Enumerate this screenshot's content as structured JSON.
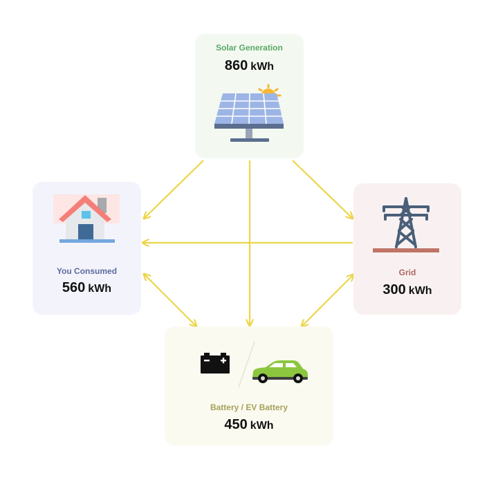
{
  "solar": {
    "title": "Solar Generation",
    "value": "860",
    "unit": "kWh",
    "icon": "solar-panel-icon"
  },
  "home": {
    "title": "You Consumed",
    "value": "560",
    "unit": "kWh",
    "icon": "house-icon"
  },
  "grid": {
    "title": "Grid",
    "value": "300",
    "unit": "kWh",
    "icon": "power-tower-icon"
  },
  "battery": {
    "title": "Battery / EV Battery",
    "value": "450",
    "unit": "kWh",
    "icons": [
      "battery-icon",
      "electric-car-icon"
    ]
  },
  "colors": {
    "flow_arrow": "#ecd548",
    "solar_accent": "#5aa867",
    "home_accent": "#5f6a9c",
    "grid_accent": "#b26565",
    "battery_accent": "#a6a15a"
  }
}
